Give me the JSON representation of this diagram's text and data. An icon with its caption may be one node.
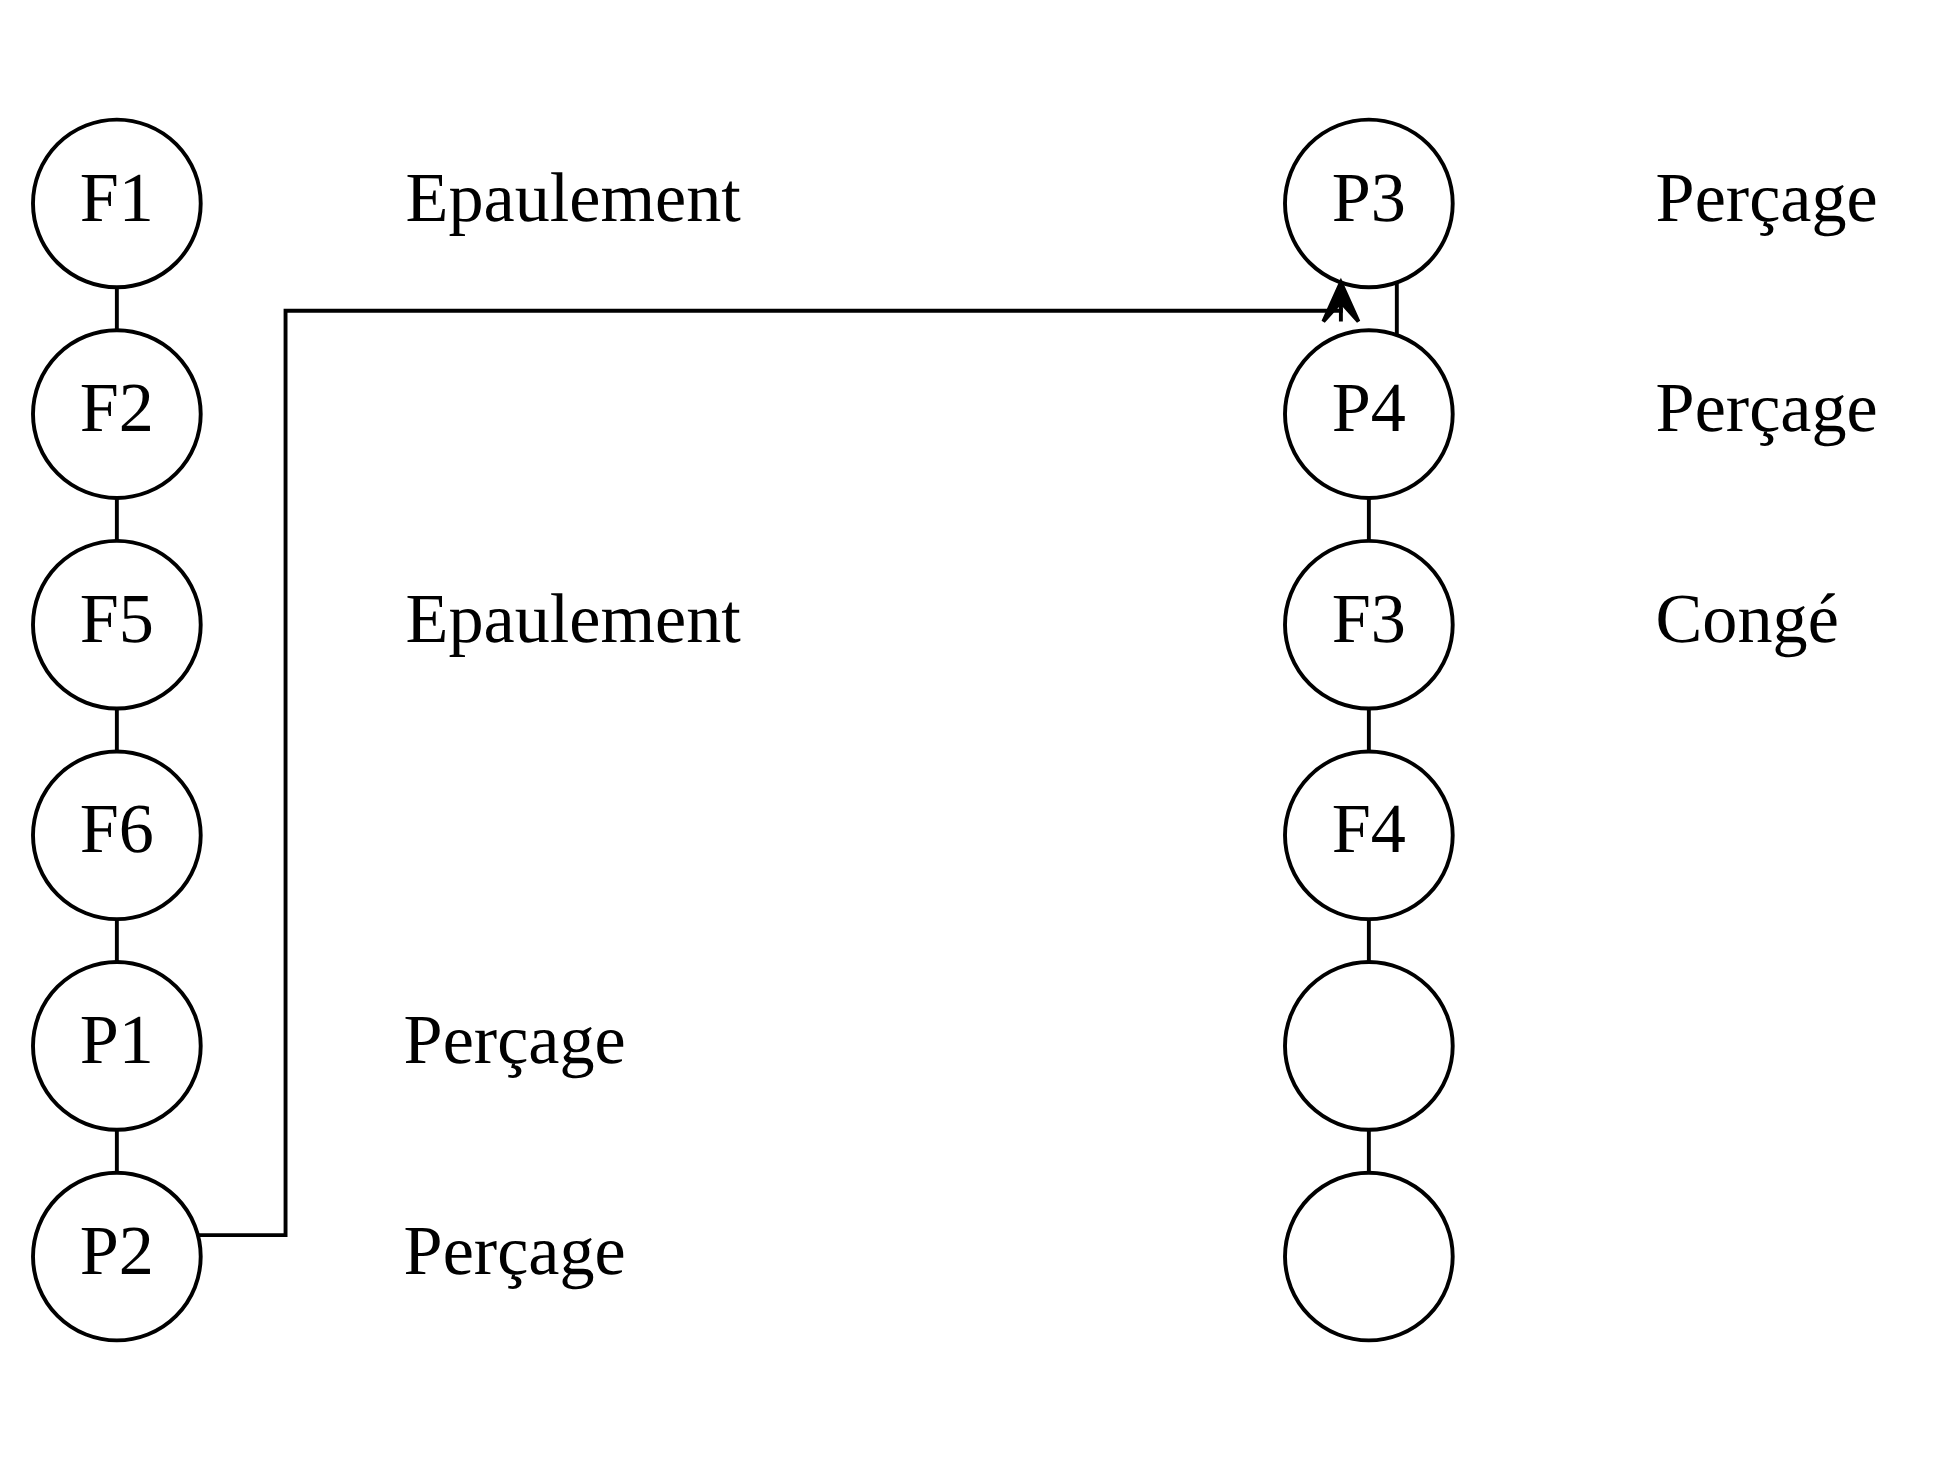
{
  "diagram": {
    "nodes": [
      {
        "text": [
          "F1"
        ]
      },
      {
        "text": [
          "F2"
        ]
      },
      {
        "text": [
          "F5"
        ]
      },
      {
        "text": [
          "F6"
        ]
      },
      {
        "text": [
          "P1"
        ],
        "beside": [
          "Perçage"
        ]
      },
      {
        "text": [
          "P2"
        ],
        "beside": [
          "Perçage"
        ]
      },
      {
        "text": [
          "P3"
        ],
        "beside": [
          "Perçage"
        ]
      },
      {
        "text": [
          "P4"
        ],
        "beside": [
          "Perçage"
        ]
      },
      {
        "text": [
          "F3"
        ]
      },
      {
        "text": [
          "F4"
        ]
      },
      {
        "text": [],
        "shape": "circle"
      },
      {
        "text": [],
        "shape": "circle"
      }
    ],
    "edges": [
      {
        "from": 0,
        "to": 1,
        "arrow": "none"
      },
      {
        "from": 1,
        "to": 2,
        "arrow": "none"
      },
      {
        "from": 2,
        "to": 3,
        "arrow": "none"
      },
      {
        "from": 3,
        "to": 4,
        "arrow": "none"
      },
      {
        "from": 4,
        "to": 5,
        "arrow": "none"
      },
      {
        "from": 5,
        "to": 6,
        "arrow": "to"
      },
      {
        "from": 6,
        "to": 7,
        "arrow": "none"
      },
      {
        "from": 7,
        "to": 8,
        "arrow": "none"
      },
      {
        "from": 8,
        "to": 9,
        "arrow": "none"
      },
      {
        "from": 9,
        "to": 10,
        "arrow": "none"
      },
      {
        "from": 10,
        "to": 11,
        "arrow": "none"
      }
    ],
    "labels": [
      "Epaulement",
      "Epaulement",
      "Congé"
    ]
  }
}
